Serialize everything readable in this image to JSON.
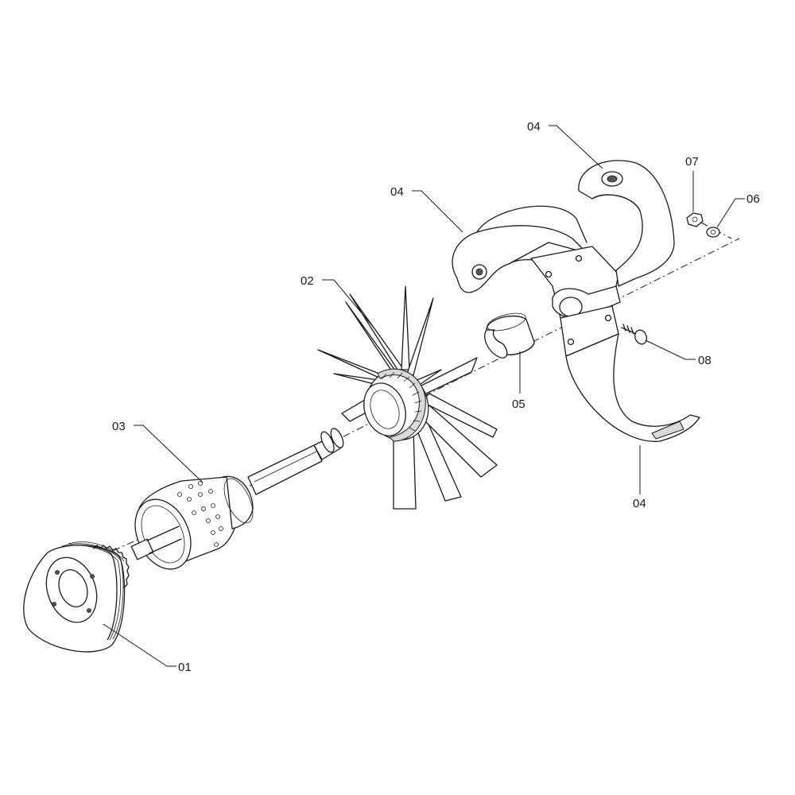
{
  "diagram": {
    "callouts": [
      {
        "id": "c01",
        "text": "01"
      },
      {
        "id": "c02",
        "text": "02"
      },
      {
        "id": "c03",
        "text": "03"
      },
      {
        "id": "c04a",
        "text": "04"
      },
      {
        "id": "c04b",
        "text": "04"
      },
      {
        "id": "c04c",
        "text": "04"
      },
      {
        "id": "c05",
        "text": "05"
      },
      {
        "id": "c06",
        "text": "06"
      },
      {
        "id": "c07",
        "text": "07"
      },
      {
        "id": "c08",
        "text": "08"
      }
    ]
  }
}
